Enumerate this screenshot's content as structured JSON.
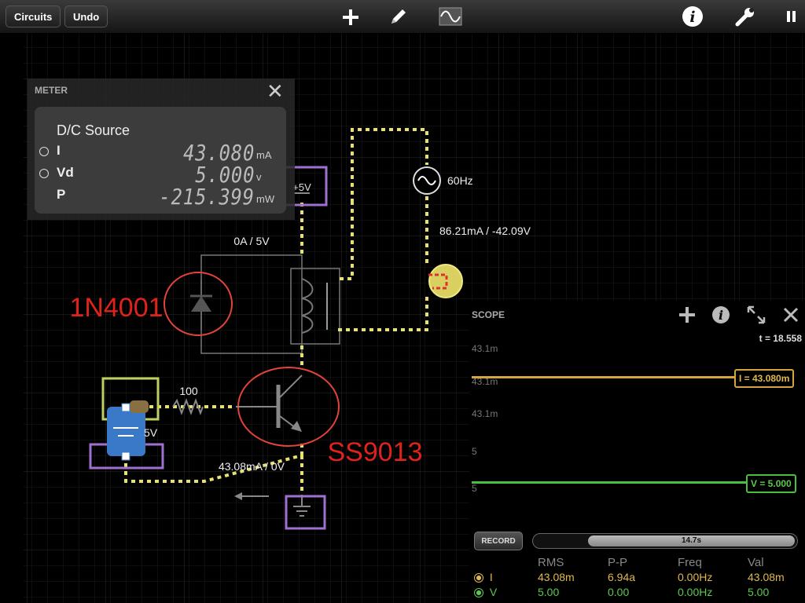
{
  "toolbar": {
    "circuits_label": "Circuits",
    "undo_label": "Undo",
    "icons": [
      "add-icon",
      "pencil-icon",
      "waveform-icon",
      "info-icon",
      "wrench-icon",
      "pause-icon"
    ]
  },
  "meter": {
    "title": "METER",
    "component": "D/C Source",
    "rows": [
      {
        "label": "I",
        "value": "43.080",
        "unit": "mA"
      },
      {
        "label": "Vd",
        "value": "5.000",
        "unit": "v"
      },
      {
        "label": "P",
        "value": "-215.399",
        "unit": "mW"
      }
    ]
  },
  "circuit": {
    "vcc_label": "+5V",
    "source_freq": "60Hz",
    "source_reading": "86.21mA / -42.09V",
    "relay_reading": "0A / 5V",
    "diode_annotation": "1N4001",
    "transistor_annotation": "SS9013",
    "resistor_value": "100",
    "battery_voltage": "5V",
    "base_reading": "43.08mA / 0V"
  },
  "scope": {
    "title": "SCOPE",
    "time": "t = 18.558",
    "y_labels": [
      "43.1m",
      "43.1m",
      "43.1m",
      "5",
      "5"
    ],
    "traces": {
      "I": {
        "label": "I = 43.080m",
        "color": "#d4a640"
      },
      "V": {
        "label": "V = 5.000",
        "color": "#48c040"
      }
    },
    "record_label": "RECORD",
    "duration": "14.7s",
    "table": {
      "headers": [
        "RMS",
        "P-P",
        "Freq",
        "Val"
      ],
      "rows": [
        {
          "name": "I",
          "rms": "43.08m",
          "pp": "6.94a",
          "freq": "0.00Hz",
          "val": "43.08m"
        },
        {
          "name": "V",
          "rms": "5.00",
          "pp": "0.00",
          "freq": "0.00Hz",
          "val": "5.00"
        }
      ]
    }
  }
}
